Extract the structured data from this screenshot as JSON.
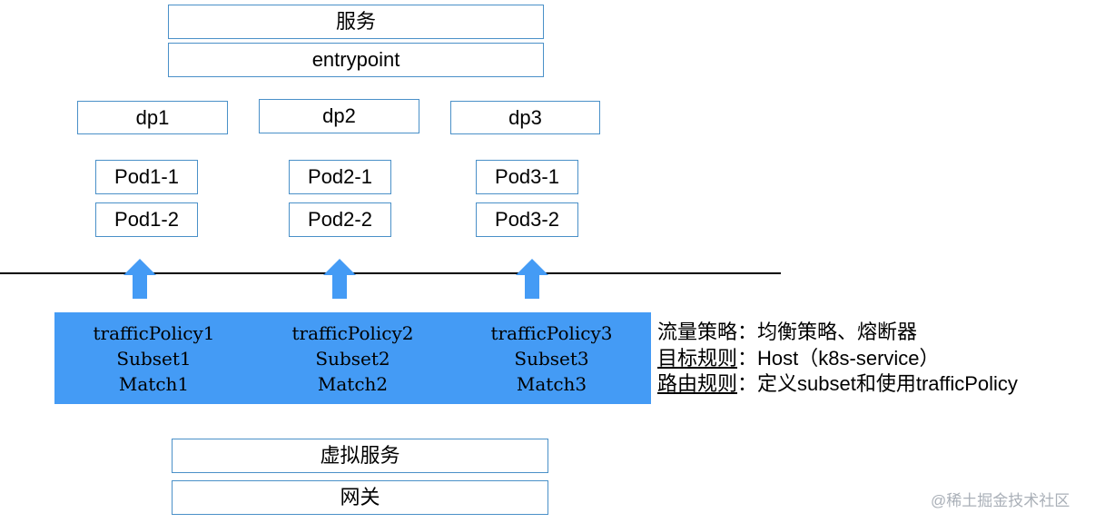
{
  "colors": {
    "box_border": "#4a90c8",
    "arrow_fill": "#449bf5",
    "policy_band_fill": "#449bf5",
    "divider": "#000000",
    "watermark_text": "#aab0b8"
  },
  "service": {
    "label": "服务",
    "entrypoint": "entrypoint"
  },
  "deployments": [
    {
      "label": "dp1",
      "pods": [
        "Pod1-1",
        "Pod1-2"
      ]
    },
    {
      "label": "dp2",
      "pods": [
        "Pod2-1",
        "Pod2-2"
      ]
    },
    {
      "label": "dp3",
      "pods": [
        "Pod3-1",
        "Pod3-2"
      ]
    }
  ],
  "arrows": [
    {
      "icon": "up-arrow-icon",
      "direction": "up"
    },
    {
      "icon": "up-arrow-icon",
      "direction": "up"
    },
    {
      "icon": "up-arrow-icon",
      "direction": "up"
    }
  ],
  "policies": [
    {
      "policy": "trafficPolicy1",
      "subset": "Subset1",
      "match": "Match1"
    },
    {
      "policy": "trafficPolicy2",
      "subset": "Subset2",
      "match": "Match2"
    },
    {
      "policy": "trafficPolicy3",
      "subset": "Subset3",
      "match": "Match3"
    }
  ],
  "legend": [
    {
      "term": "流量策略",
      "underlined": false,
      "separator": "：",
      "description": "均衡策略、熔断器"
    },
    {
      "term": "目标规则",
      "underlined": true,
      "separator": "：",
      "description": "Host（k8s-service）"
    },
    {
      "term": "路由规则",
      "underlined": true,
      "separator": "：",
      "description": "定义subset和使用trafficPolicy"
    }
  ],
  "bottom": {
    "virtual_service": "虚拟服务",
    "gateway": "网关"
  },
  "watermark": "@稀土掘金技术社区"
}
